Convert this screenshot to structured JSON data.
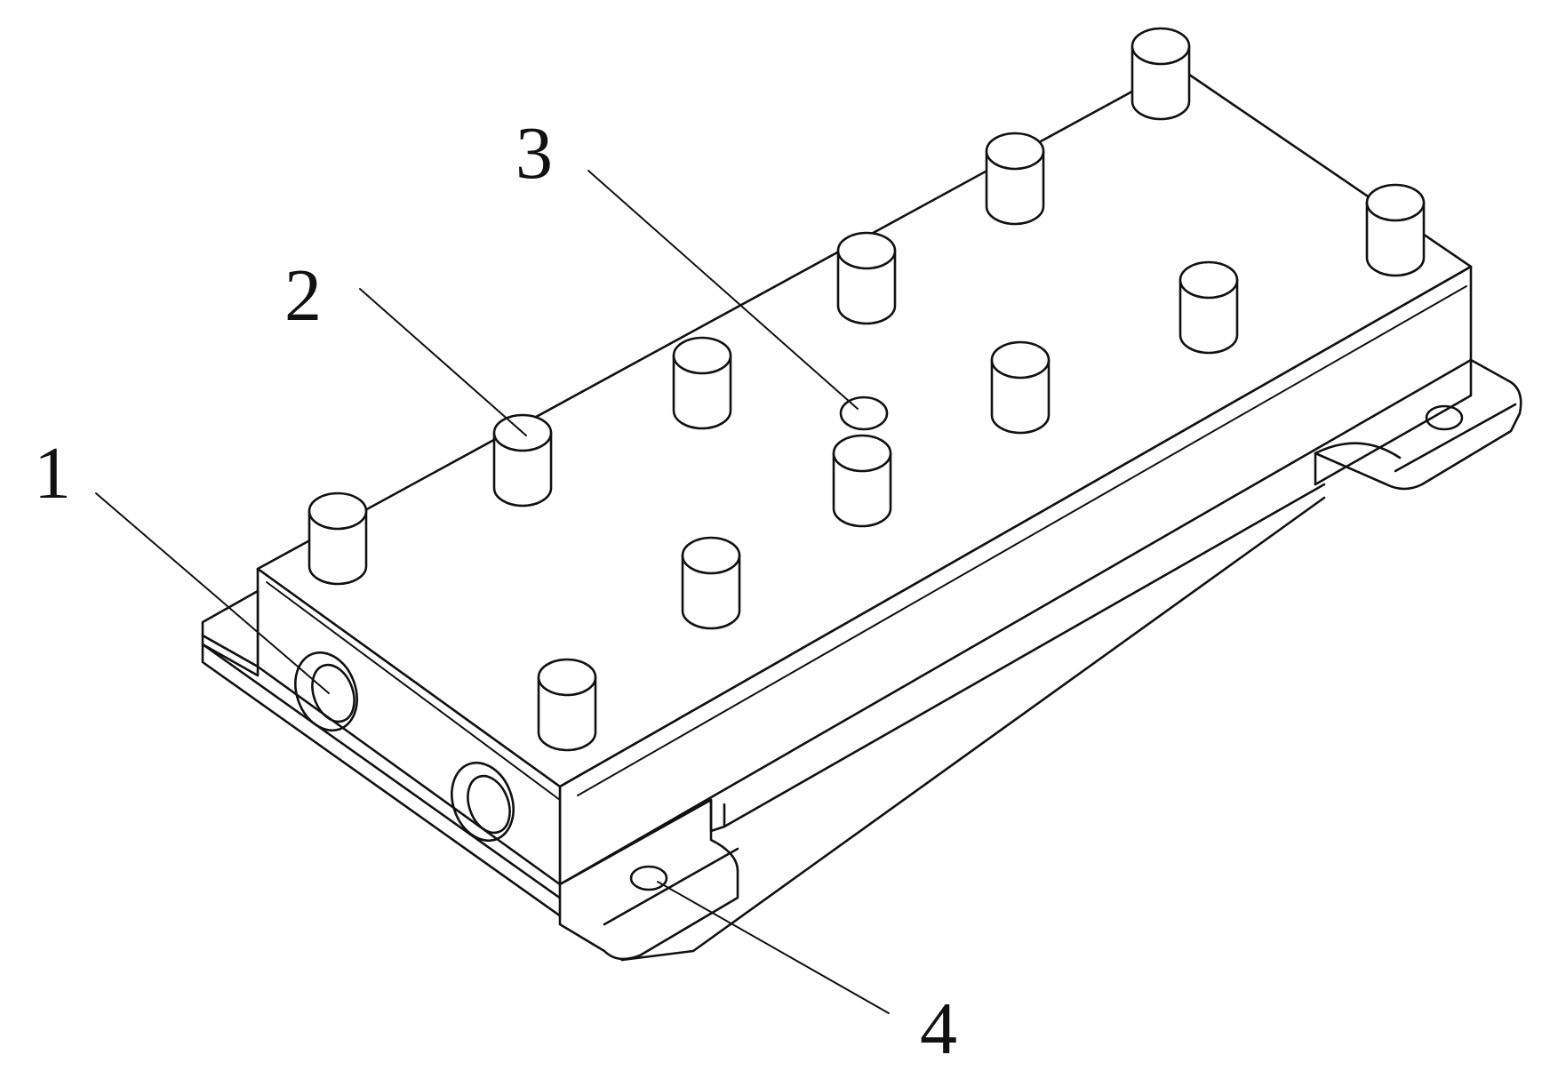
{
  "figure": {
    "callouts": [
      {
        "id": "1",
        "text": "1"
      },
      {
        "id": "2",
        "text": "2"
      },
      {
        "id": "3",
        "text": "3"
      },
      {
        "id": "4",
        "text": "4"
      }
    ],
    "colors": {
      "line": "#111111",
      "background": "#ffffff"
    }
  }
}
